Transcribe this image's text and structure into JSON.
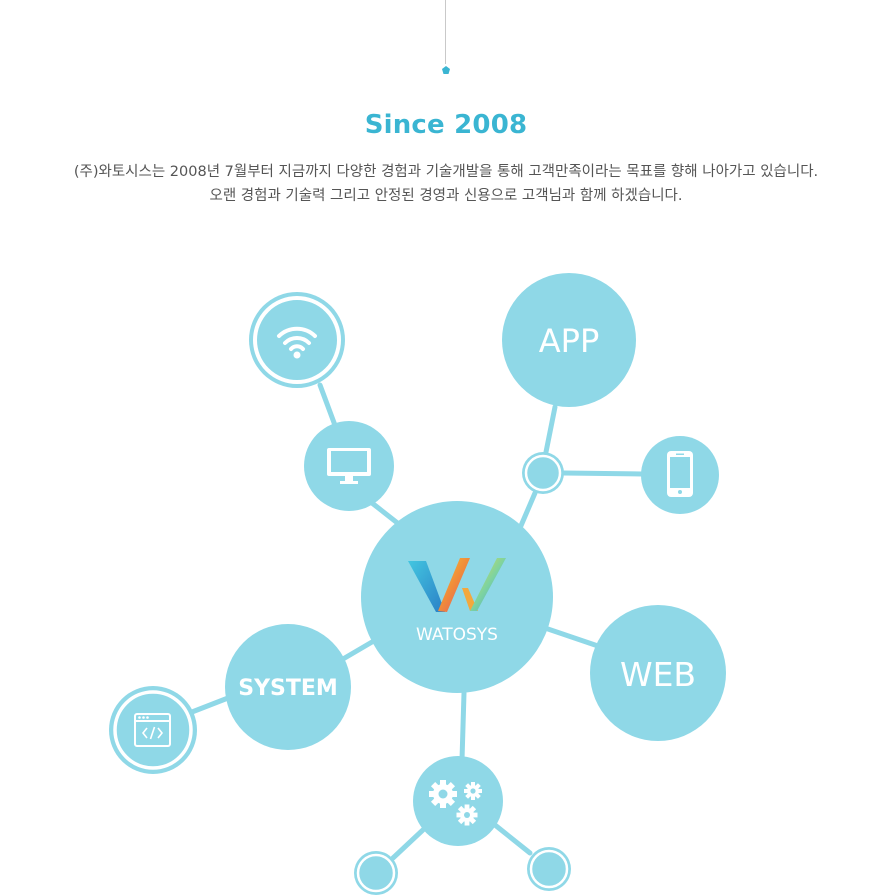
{
  "header": {
    "title": "Since 2008",
    "description_line1": "(주)와토시스는 2008년 7월부터 지금까지 다양한 경험과 기술개발을 통해 고객만족이라는 목표를 향해 나아가고 있습니다.",
    "description_line2": "오랜 경험과 기술력 그리고 안정된 경영과 신용으로 고객님과 함께 하겠습니다."
  },
  "diagram": {
    "center_label": "WATOSYS",
    "app_label": "APP",
    "web_label": "WEB",
    "system_label": "SYSTEM",
    "icons": {
      "wifi": "wifi-icon",
      "monitor": "monitor-icon",
      "smartphone": "smartphone-icon",
      "code_window": "code-window-icon",
      "gears": "gears-icon",
      "logo": "watosys-logo"
    }
  },
  "colors": {
    "accent": "#3ab5d2",
    "bubble": "#8fd8e7",
    "line": "#8fd8e7",
    "text": "#555555"
  }
}
